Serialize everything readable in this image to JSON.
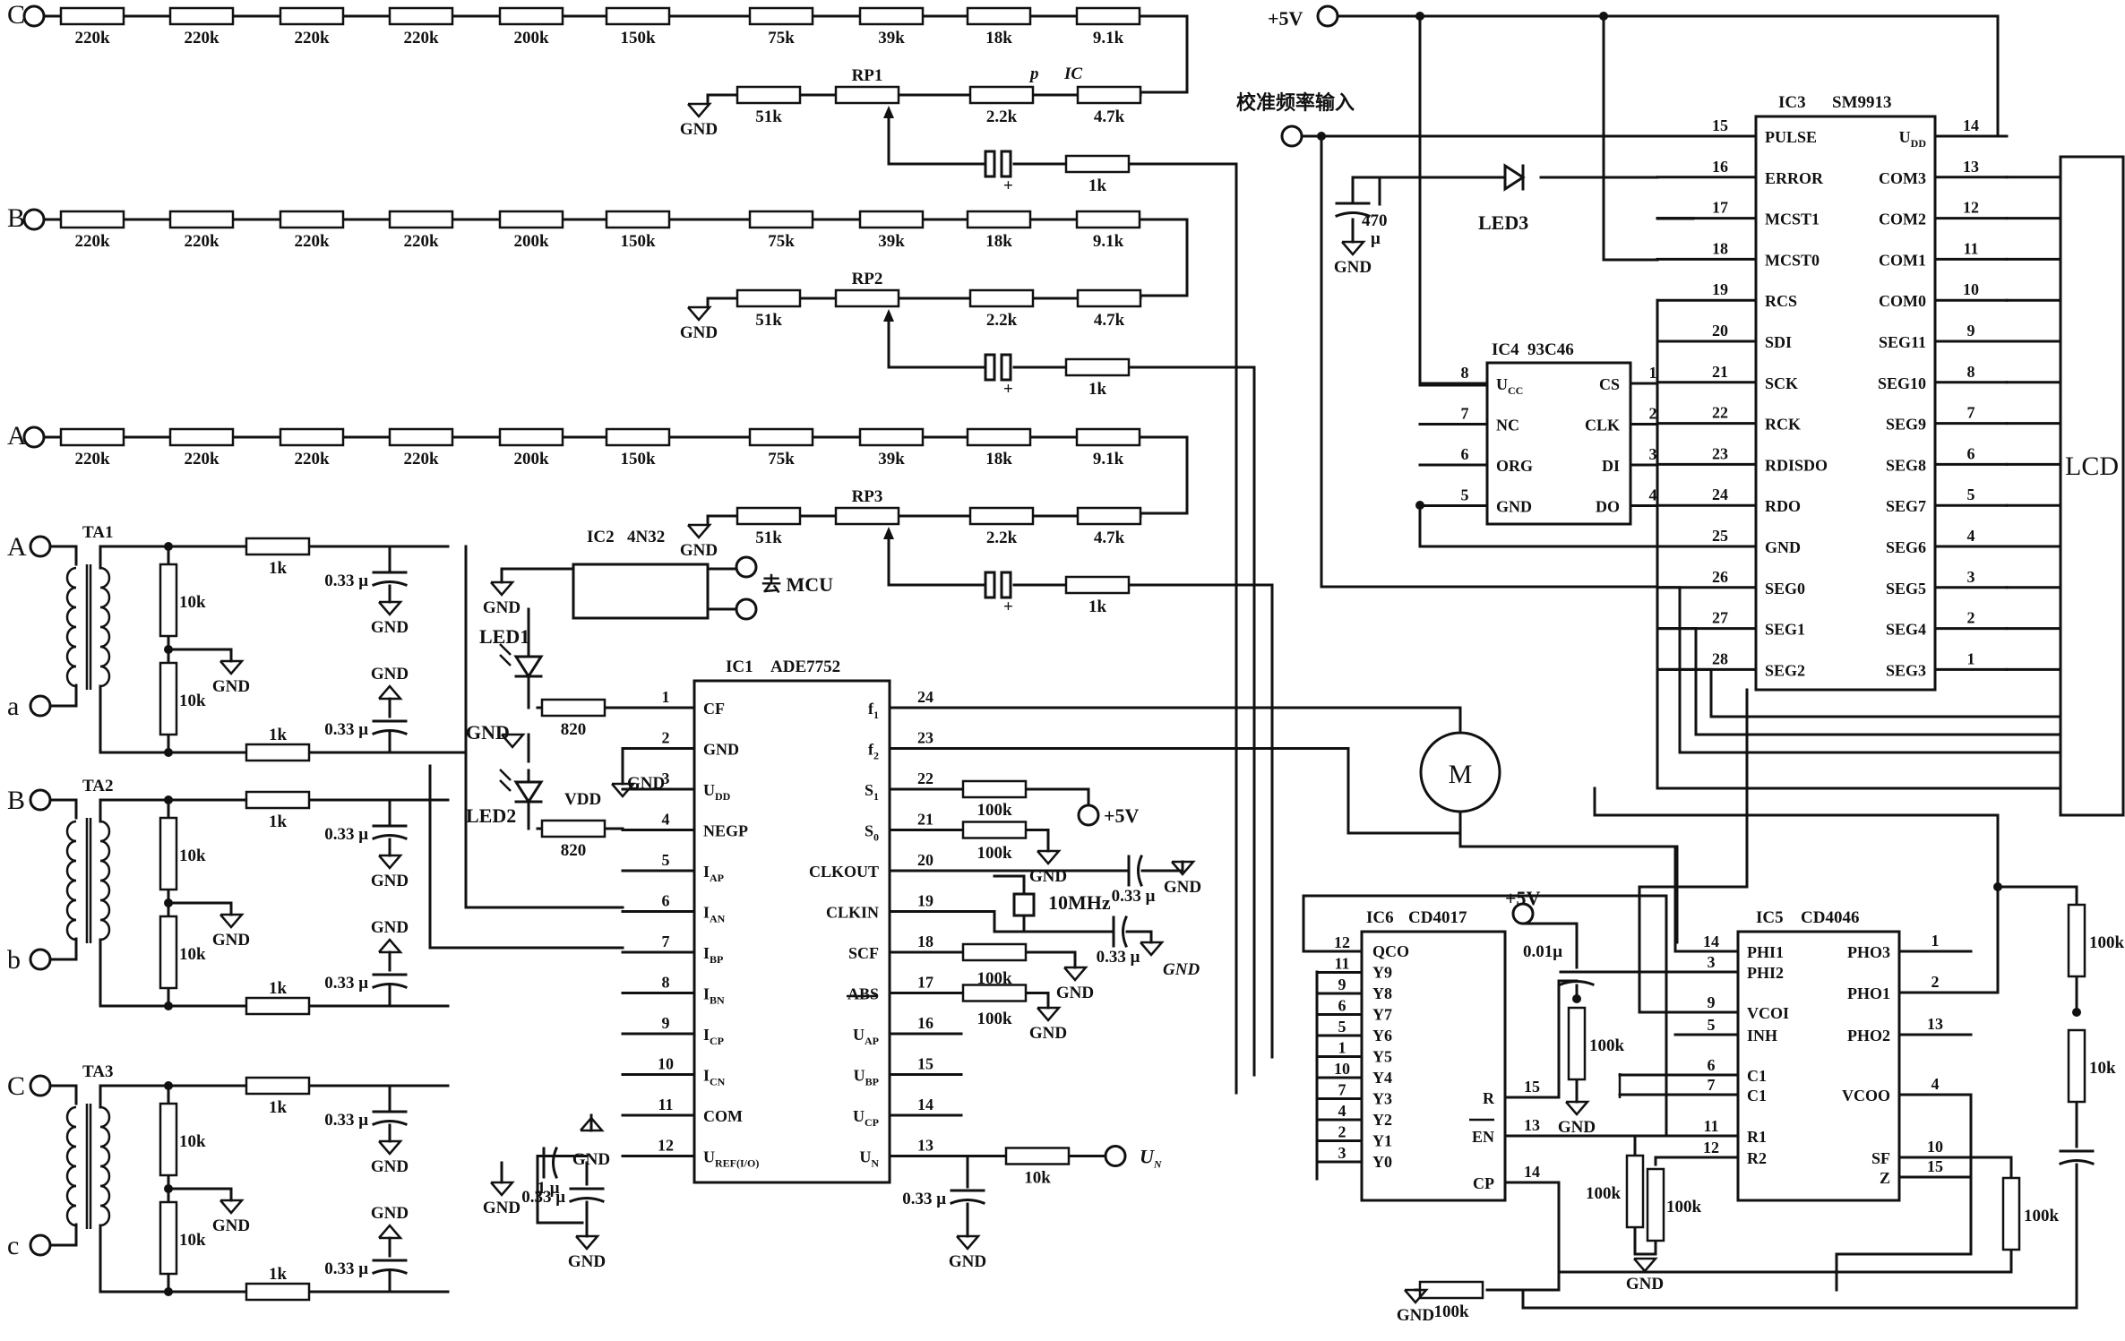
{
  "rails": [
    {
      "terminal": "C",
      "resistors": [
        "220k",
        "220k",
        "220k",
        "220k",
        "200k",
        "150k",
        "75k",
        "39k",
        "18k",
        "9.1k"
      ],
      "divider": [
        "51k",
        "2.2k",
        "4.7k"
      ],
      "pot": "RP1",
      "cap_r": "1k",
      "note_p": "p",
      "note_ic": "IC"
    },
    {
      "terminal": "B",
      "resistors": [
        "220k",
        "220k",
        "220k",
        "220k",
        "200k",
        "150k",
        "75k",
        "39k",
        "18k",
        "9.1k"
      ],
      "divider": [
        "51k",
        "2.2k",
        "4.7k"
      ],
      "pot": "RP2",
      "cap_r": "1k"
    },
    {
      "terminal": "A",
      "resistors": [
        "220k",
        "220k",
        "220k",
        "220k",
        "200k",
        "150k",
        "75k",
        "39k",
        "18k",
        "9.1k"
      ],
      "divider": [
        "51k",
        "2.2k",
        "4.7k"
      ],
      "pot": "RP3",
      "cap_r": "1k"
    }
  ],
  "gnd": "GND",
  "vdd": "VDD",
  "supply": "+5V",
  "un": "U",
  "un_sub": "N",
  "plus": "+",
  "transformers": [
    {
      "name": "TA1",
      "top": "A",
      "bottom": "a",
      "r_top": "1k",
      "r_bot": "1k",
      "cap_top": "0.33 μ",
      "cap_bot": "0.33 μ",
      "burden": [
        "10k",
        "10k"
      ]
    },
    {
      "name": "TA2",
      "top": "B",
      "bottom": "b",
      "r_top": "1k",
      "r_bot": "1k",
      "cap_top": "0.33 μ",
      "cap_bot": "0.33 μ",
      "burden": [
        "10k",
        "10k"
      ]
    },
    {
      "name": "TA3",
      "top": "C",
      "bottom": "c",
      "r_top": "1k",
      "r_bot": "1k",
      "cap_top": "0.33 μ",
      "cap_bot": "0.33 μ",
      "burden": [
        "10k",
        "10k"
      ]
    }
  ],
  "ic2": {
    "name": "IC2",
    "part": "4N32",
    "out": "去 MCU"
  },
  "led1": "LED1",
  "led2": "LED2",
  "led3": "LED3",
  "r820": "820",
  "ic1": {
    "name": "IC1",
    "part": "ADE7752",
    "left": [
      [
        "1",
        "CF"
      ],
      [
        "2",
        "GND"
      ],
      [
        "3",
        "U",
        "DD"
      ],
      [
        "4",
        "NEGP"
      ],
      [
        "5",
        "I",
        "AP"
      ],
      [
        "6",
        "I",
        "AN"
      ],
      [
        "7",
        "I",
        "BP"
      ],
      [
        "8",
        "I",
        "BN"
      ],
      [
        "9",
        "I",
        "CP"
      ],
      [
        "10",
        "I",
        "CN"
      ],
      [
        "11",
        "COM"
      ],
      [
        "12",
        "U",
        "REF(I/O)"
      ]
    ],
    "right": [
      [
        "24",
        "f",
        "1"
      ],
      [
        "23",
        "f",
        "2"
      ],
      [
        "22",
        "S",
        "1"
      ],
      [
        "21",
        "S",
        "0"
      ],
      [
        "20",
        "CLKOUT"
      ],
      [
        "19",
        "CLKIN"
      ],
      [
        "18",
        "SCF"
      ],
      [
        "17",
        "ABS"
      ],
      [
        "16",
        "U",
        "AP"
      ],
      [
        "15",
        "U",
        "BP"
      ],
      [
        "14",
        "U",
        "CP"
      ],
      [
        "13",
        "U",
        "N"
      ]
    ]
  },
  "ic1_parts": {
    "r100k": "100k",
    "xtal": "10MHz",
    "cap033": "0.33 μ",
    "cap1": "1 μ",
    "r10k": "10k",
    "cap033b": "0.33 μ"
  },
  "motor": "M",
  "ic3": {
    "name": "IC3",
    "part": "SM9913",
    "left": [
      [
        "15",
        "PULSE"
      ],
      [
        "16",
        "ERROR"
      ],
      [
        "17",
        "MCST1"
      ],
      [
        "18",
        "MCST0"
      ],
      [
        "19",
        "RCS"
      ],
      [
        "20",
        "SDI"
      ],
      [
        "21",
        "SCK"
      ],
      [
        "22",
        "RCK"
      ],
      [
        "23",
        "RDISDO"
      ],
      [
        "24",
        "RDO"
      ],
      [
        "25",
        "GND"
      ],
      [
        "26",
        "SEG0"
      ],
      [
        "27",
        "SEG1"
      ],
      [
        "28",
        "SEG2"
      ]
    ],
    "right": [
      [
        "14",
        "U",
        "DD"
      ],
      [
        "13",
        "COM3"
      ],
      [
        "12",
        "COM2"
      ],
      [
        "11",
        "COM1"
      ],
      [
        "10",
        "COM0"
      ],
      [
        "9",
        "SEG11"
      ],
      [
        "8",
        "SEG10"
      ],
      [
        "7",
        "SEG9"
      ],
      [
        "6",
        "SEG8"
      ],
      [
        "5",
        "SEG7"
      ],
      [
        "4",
        "SEG6"
      ],
      [
        "3",
        "SEG5"
      ],
      [
        "2",
        "SEG4"
      ],
      [
        "1",
        "SEG3"
      ]
    ]
  },
  "cal_in": "校准频率输入",
  "cap470": "470",
  "cap470u": "μ",
  "ic4": {
    "name": "IC4",
    "part": "93C46",
    "left": [
      [
        "8",
        "U",
        "CC"
      ],
      [
        "7",
        "NC"
      ],
      [
        "6",
        "ORG"
      ],
      [
        "5",
        "GND"
      ]
    ],
    "right": [
      [
        "1",
        "CS"
      ],
      [
        "2",
        "CLK"
      ],
      [
        "3",
        "DI"
      ],
      [
        "4",
        "DO"
      ]
    ]
  },
  "lcd": "LCD",
  "ic6": {
    "name": "IC6",
    "part": "CD4017",
    "left": [
      [
        "12",
        "QCO"
      ],
      [
        "11",
        "Y9"
      ],
      [
        "9",
        "Y8"
      ],
      [
        "6",
        "Y7"
      ],
      [
        "5",
        "Y6"
      ],
      [
        "1",
        "Y5"
      ],
      [
        "10",
        "Y4"
      ],
      [
        "7",
        "Y3"
      ],
      [
        "4",
        "Y2"
      ],
      [
        "2",
        "Y1"
      ],
      [
        "3",
        "Y0"
      ]
    ],
    "right": [
      [
        "15",
        "R"
      ],
      [
        "13",
        "EN"
      ],
      [
        "14",
        "CP"
      ]
    ]
  },
  "ic5": {
    "name": "IC5",
    "part": "CD4046",
    "left": [
      [
        "14",
        "PHI1"
      ],
      [
        "3",
        "PHI2"
      ],
      [
        "9",
        "VCOI"
      ],
      [
        "5",
        "INH"
      ],
      [
        "6",
        "C1"
      ],
      [
        "7",
        "C1"
      ],
      [
        "11",
        "R1"
      ],
      [
        "12",
        "R2"
      ]
    ],
    "right": [
      [
        "1",
        "PHO3"
      ],
      [
        "2",
        "PHO1"
      ],
      [
        "13",
        "PHO2"
      ],
      [
        "4",
        "VCOO"
      ],
      [
        "10",
        "SF"
      ],
      [
        "15",
        "Z"
      ]
    ]
  },
  "pll_parts": {
    "c001": "0.01μ",
    "r100k": "100k",
    "r10k": "10k"
  }
}
